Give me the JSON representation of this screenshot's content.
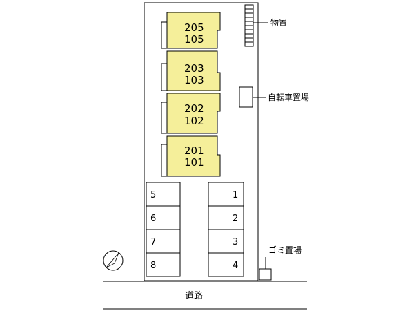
{
  "site_plan": {
    "building": {
      "units": [
        {
          "upper": "205",
          "lower": "105"
        },
        {
          "upper": "203",
          "lower": "103"
        },
        {
          "upper": "202",
          "lower": "102"
        },
        {
          "upper": "201",
          "lower": "101"
        }
      ],
      "fill_color": "#f5ef9a",
      "stroke_color": "#000000"
    },
    "storage": {
      "label": "物置"
    },
    "bicycle_parking": {
      "label": "自転車置場"
    },
    "garbage_area": {
      "label": "ゴミ置場"
    },
    "parking": {
      "left_column": [
        "5",
        "6",
        "7",
        "8"
      ],
      "right_column": [
        "1",
        "2",
        "3",
        "4"
      ]
    },
    "road": {
      "label": "道路"
    },
    "compass": {
      "icon": "north-arrow-icon"
    }
  }
}
